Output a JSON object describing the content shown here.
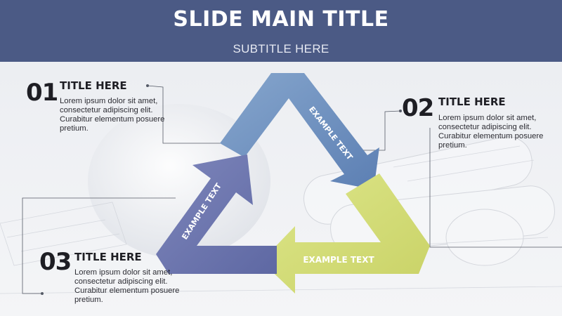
{
  "slide": {
    "title": "SLIDE MAIN TITLE",
    "subtitle": "SUBTITLE HERE"
  },
  "items": [
    {
      "number": "01",
      "title": "TITLE HERE",
      "body": "Lorem ipsum dolor sit amet, consectetur adipiscing elit. Curabitur elementum posuere pretium."
    },
    {
      "number": "02",
      "title": "TITLE HERE",
      "body": "Lorem ipsum dolor sit amet, consectetur adipiscing elit. Curabitur elementum posuere pretium."
    },
    {
      "number": "03",
      "title": "TITLE HERE",
      "body": "Lorem ipsum dolor sit amet, consectetur adipiscing elit. Curabitur elementum posuere pretium."
    }
  ],
  "cycle": {
    "labels": [
      "EXAMPLE TEXT",
      "EXAMPLE TEXT",
      "EXAMPLE TEXT"
    ]
  },
  "colors": {
    "header": "#4b5a85",
    "arrow_blue": "#6b8fbe",
    "arrow_yellow": "#d5dd7a",
    "arrow_purple": "#6f78ae"
  }
}
